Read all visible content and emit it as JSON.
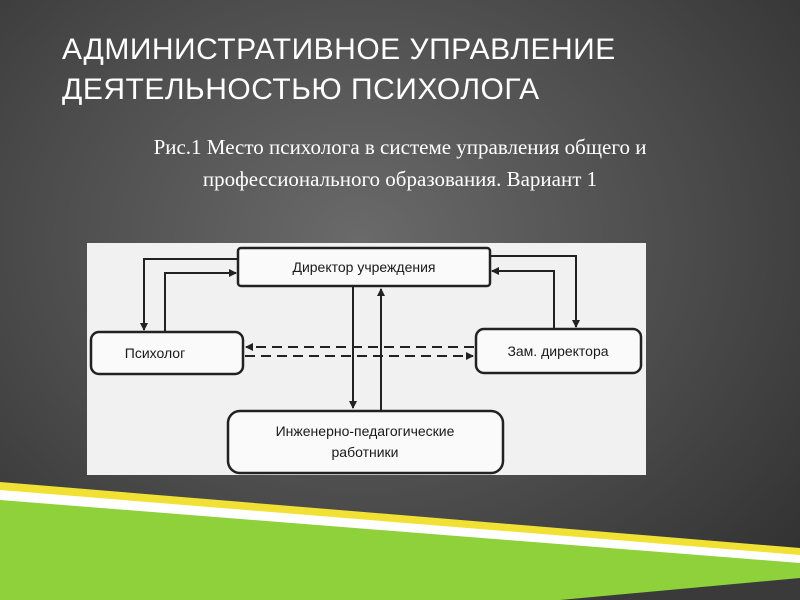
{
  "slide": {
    "title_lines": [
      "АДМИНИСТРАТИВНОЕ УПРАВЛЕНИЕ",
      "ДЕЯТЕЛЬНОСТЬЮ ПСИХОЛОГА"
    ],
    "caption_lines": [
      "Рис.1 Место психолога в системе управления общего и",
      "профессионального образования. Вариант 1"
    ]
  },
  "diagram": {
    "nodes": {
      "director": "Директор учреждения",
      "psychologist": "Психолог",
      "deputy": "Зам. директора",
      "engineers_line1": "Инженерно-педагогические",
      "engineers_line2": "работники"
    }
  },
  "colors": {
    "background": "#4a4a4a",
    "accent_green": "#8ed13a",
    "accent_yellow": "#f2e135",
    "figure_bg": "#f1f1f1"
  }
}
